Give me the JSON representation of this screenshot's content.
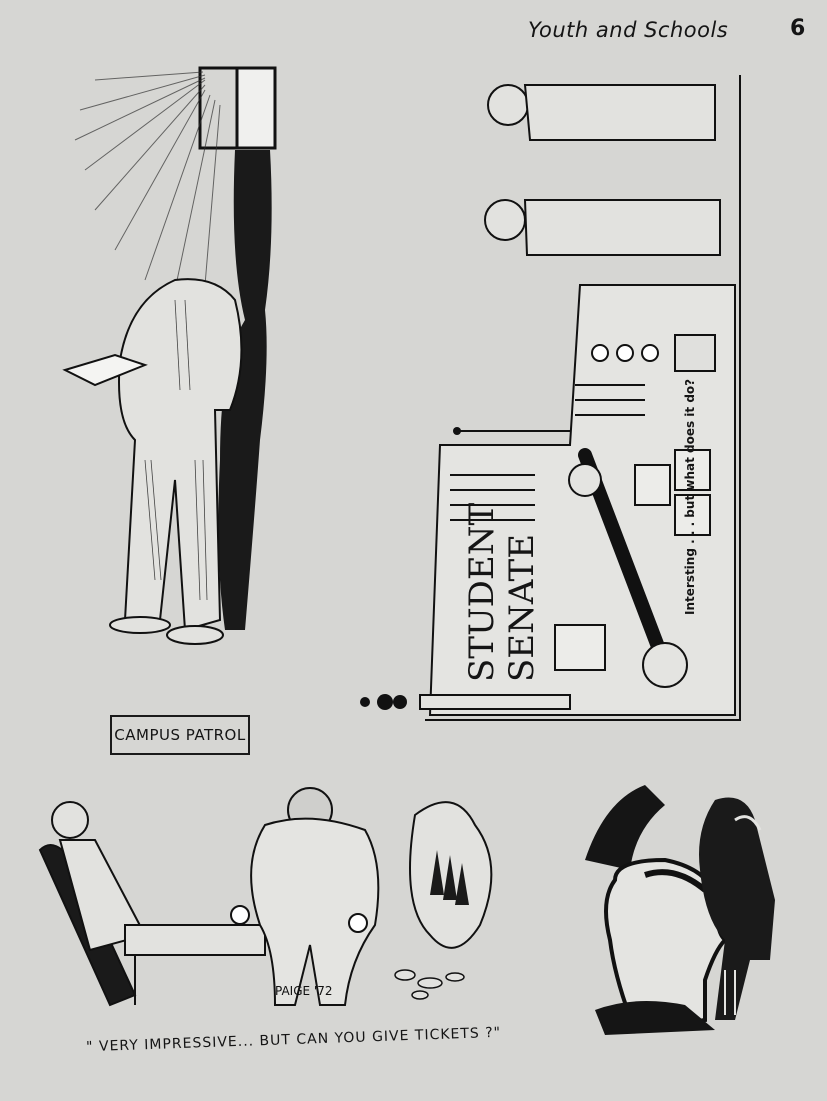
{
  "header": {
    "title": "Youth and Schools",
    "page_number": "6"
  },
  "cartoon_campus_patrol": {
    "label": "CAMPUS PATROL"
  },
  "cartoon_student_senate": {
    "sign_line1": "STUDENT",
    "sign_line2": "SENATE",
    "caption": "Intersting . . . but what does it do?"
  },
  "cartoon_tickets": {
    "signature": "PAIGE '72",
    "caption": "\" VERY IMPRESSIVE... BUT CAN YOU GIVE TICKETS ?\""
  },
  "cartoon_head": {}
}
